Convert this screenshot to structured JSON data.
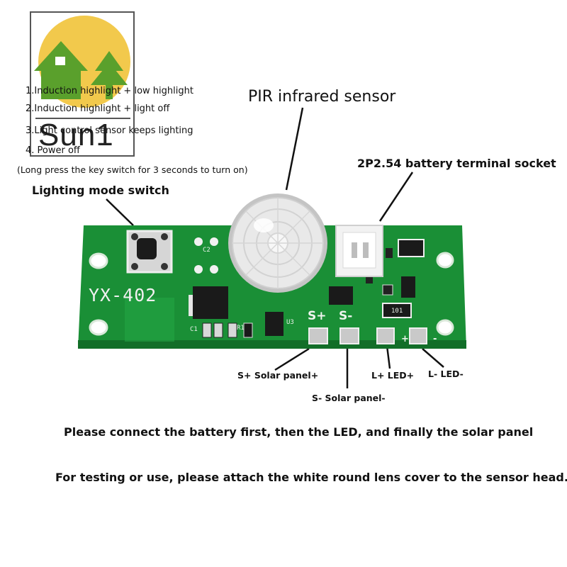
{
  "logo": {
    "text": "Sun1"
  },
  "modes": [
    "1.Induction highlight + low highlight",
    "2.Induction highlight + light off",
    "3.Light control sensor keeps lighting",
    "4. Power off"
  ],
  "mode_note": "(Long press the key switch for 3 seconds to turn on)",
  "labels": {
    "mode_switch": "Lighting mode switch",
    "pir_sensor": "PIR infrared sensor",
    "battery_socket": "2P2.54 battery terminal socket",
    "solar_plus": "S+ Solar panel+",
    "solar_minus": "S- Solar panel-",
    "led_plus": "L+ LED+",
    "led_minus": "L- LED-"
  },
  "board": {
    "model": "YX-402",
    "pad_solar_plus": "S+",
    "pad_solar_minus": "S-",
    "pad_led_plus": "+",
    "pad_led_minus": "-",
    "silk_c1": "C1",
    "silk_c2": "C2",
    "silk_r1": "R1",
    "silk_u3": "U3",
    "silk_101": "101"
  },
  "notes": [
    "Please connect the battery first, then the LED, and finally the solar panel",
    "For testing or use, please attach the white round lens cover to the sensor head."
  ],
  "colors": {
    "pcb": "#1e9a3a",
    "logo_house": "#5aa02c",
    "logo_sun": "#f2c94c",
    "pads": "#c9c9c9"
  }
}
